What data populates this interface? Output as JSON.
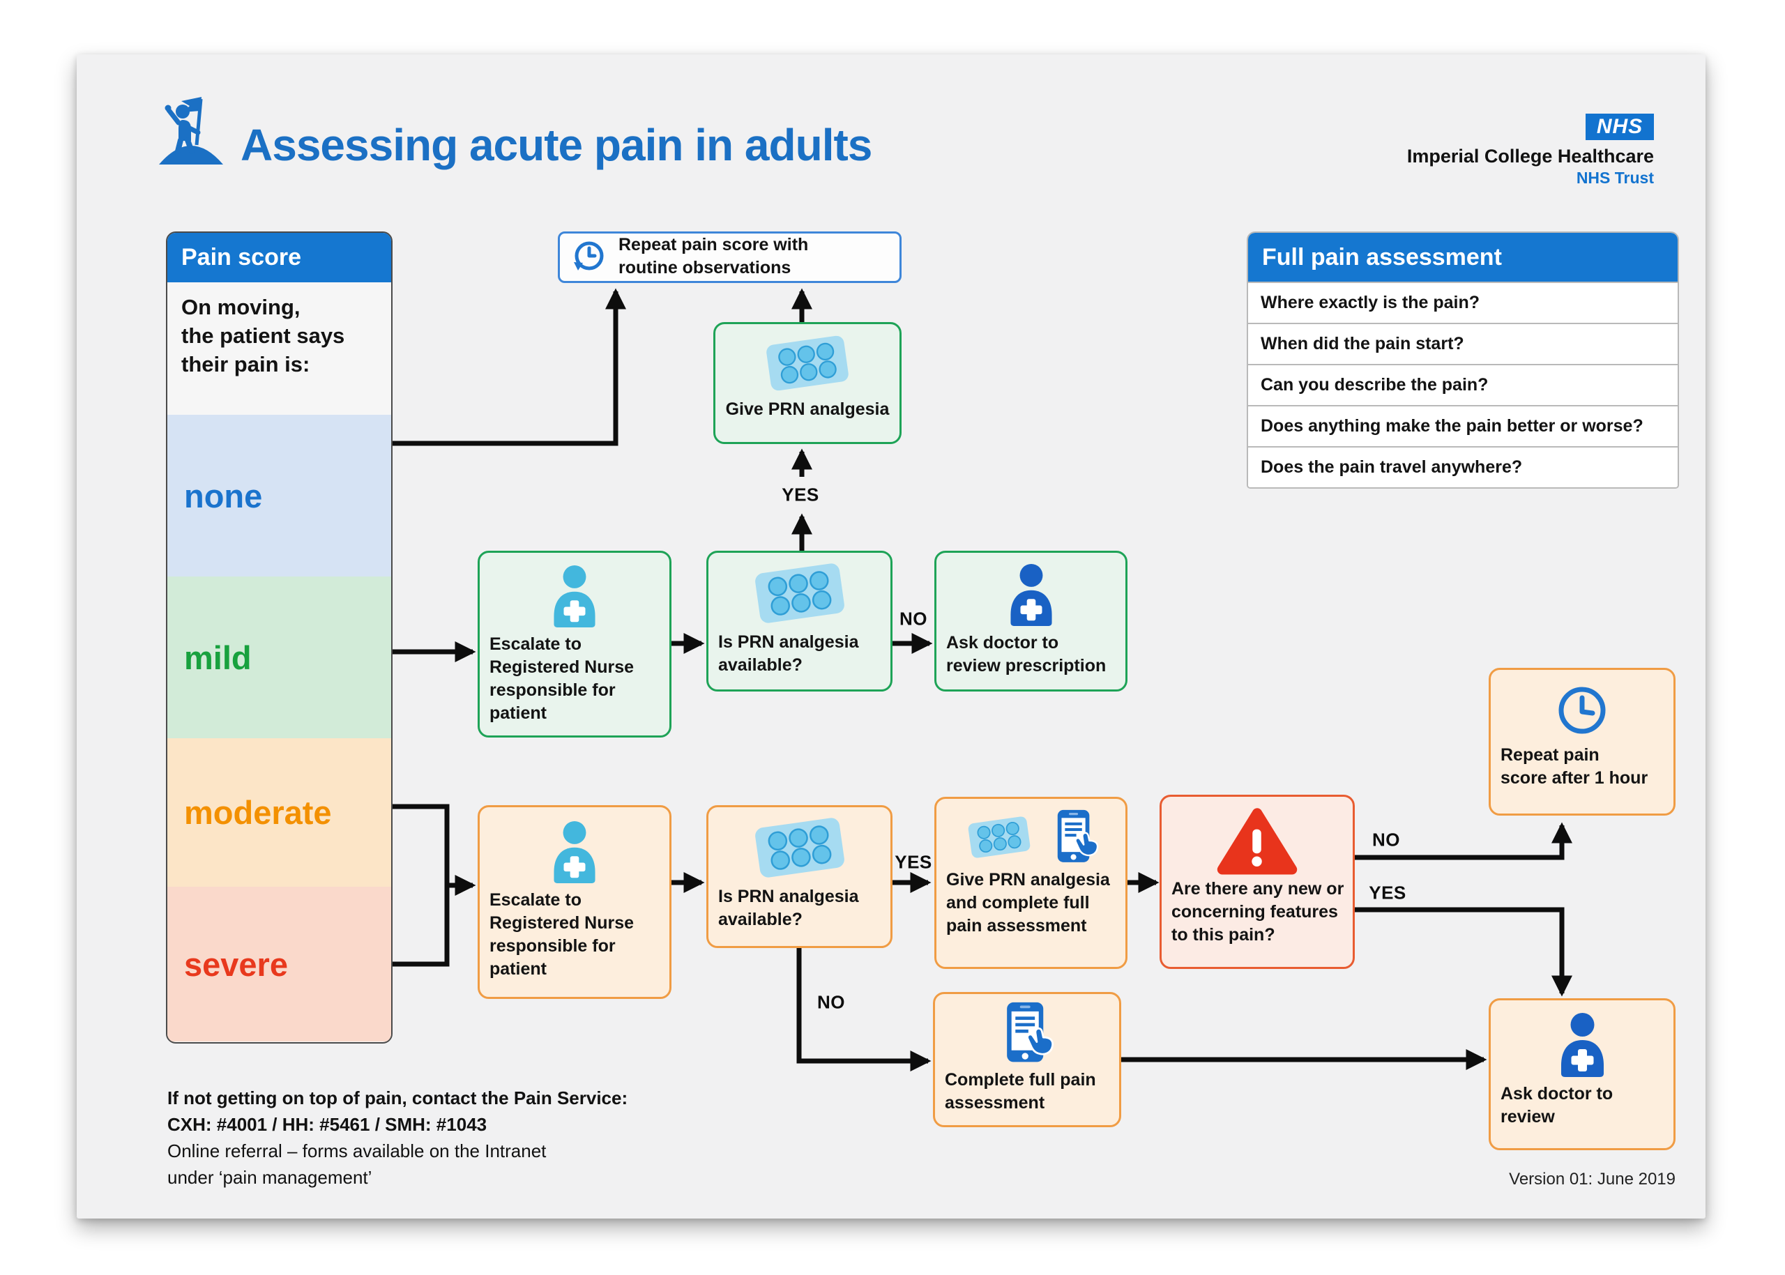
{
  "page": {
    "title": "Assessing acute pain in adults",
    "version": "Version 01: June 2019"
  },
  "nhs": {
    "logo": "NHS",
    "org": "Imperial College Healthcare",
    "trust": "NHS Trust"
  },
  "colors": {
    "header_blue": "#1577d0",
    "title_blue": "#1b70c4",
    "green_border": "#1ea357",
    "orange_border": "#f09c44",
    "alert_border": "#e85c31",
    "warning_red": "#e8341c"
  },
  "pain_panel": {
    "header": "Pain score",
    "intro": "On moving,\nthe patient says\ntheir pain is:",
    "levels": [
      {
        "label": "none",
        "color": "#1a73cd",
        "bg": "#d6e3f4"
      },
      {
        "label": "mild",
        "color": "#18a13e",
        "bg": "#d2ebd8"
      },
      {
        "label": "moderate",
        "color": "#f39000",
        "bg": "#fce5c7"
      },
      {
        "label": "severe",
        "color": "#e8391d",
        "bg": "#fad9cb"
      }
    ]
  },
  "assessment": {
    "header": "Full pain assessment",
    "questions": [
      "Where exactly is the pain?",
      "When did the pain start?",
      "Can you describe the pain?",
      "Does anything make the pain better or worse?",
      "Does the pain travel anywhere?"
    ]
  },
  "nodes": {
    "repeat_obs": "Repeat pain score with\nroutine observations",
    "give_prn": "Give PRN analgesia",
    "escalate_mild": "Escalate to\nRegistered Nurse\nresponsible for\npatient",
    "is_prn_mild": "Is PRN analgesia\navailable?",
    "ask_doctor_rx": "Ask doctor to\nreview prescription",
    "escalate_mod": "Escalate to\nRegistered Nurse\nresponsible for\npatient",
    "is_prn_mod": "Is PRN analgesia\navailable?",
    "give_prn_complete": "Give PRN analgesia\nand complete full\npain assessment",
    "concerning": "Are there any new or\nconcerning features\nto this pain?",
    "repeat_1hr": "Repeat pain\nscore after 1 hour",
    "complete_full": "Complete full pain\nassessment",
    "ask_doctor_review": "Ask doctor to\nreview"
  },
  "labels": {
    "yes_mild": "YES",
    "no_mild": "NO",
    "yes_mod": "YES",
    "no_mod": "NO",
    "no_concern": "NO",
    "yes_concern": "YES"
  },
  "footer": {
    "line1": "If not getting on top of pain, contact the Pain Service:",
    "line2": "CXH: #4001 / HH: #5461 / SMH: #1043",
    "line3": "Online referral – forms available on the Intranet",
    "line4": "under ‘pain management’"
  }
}
